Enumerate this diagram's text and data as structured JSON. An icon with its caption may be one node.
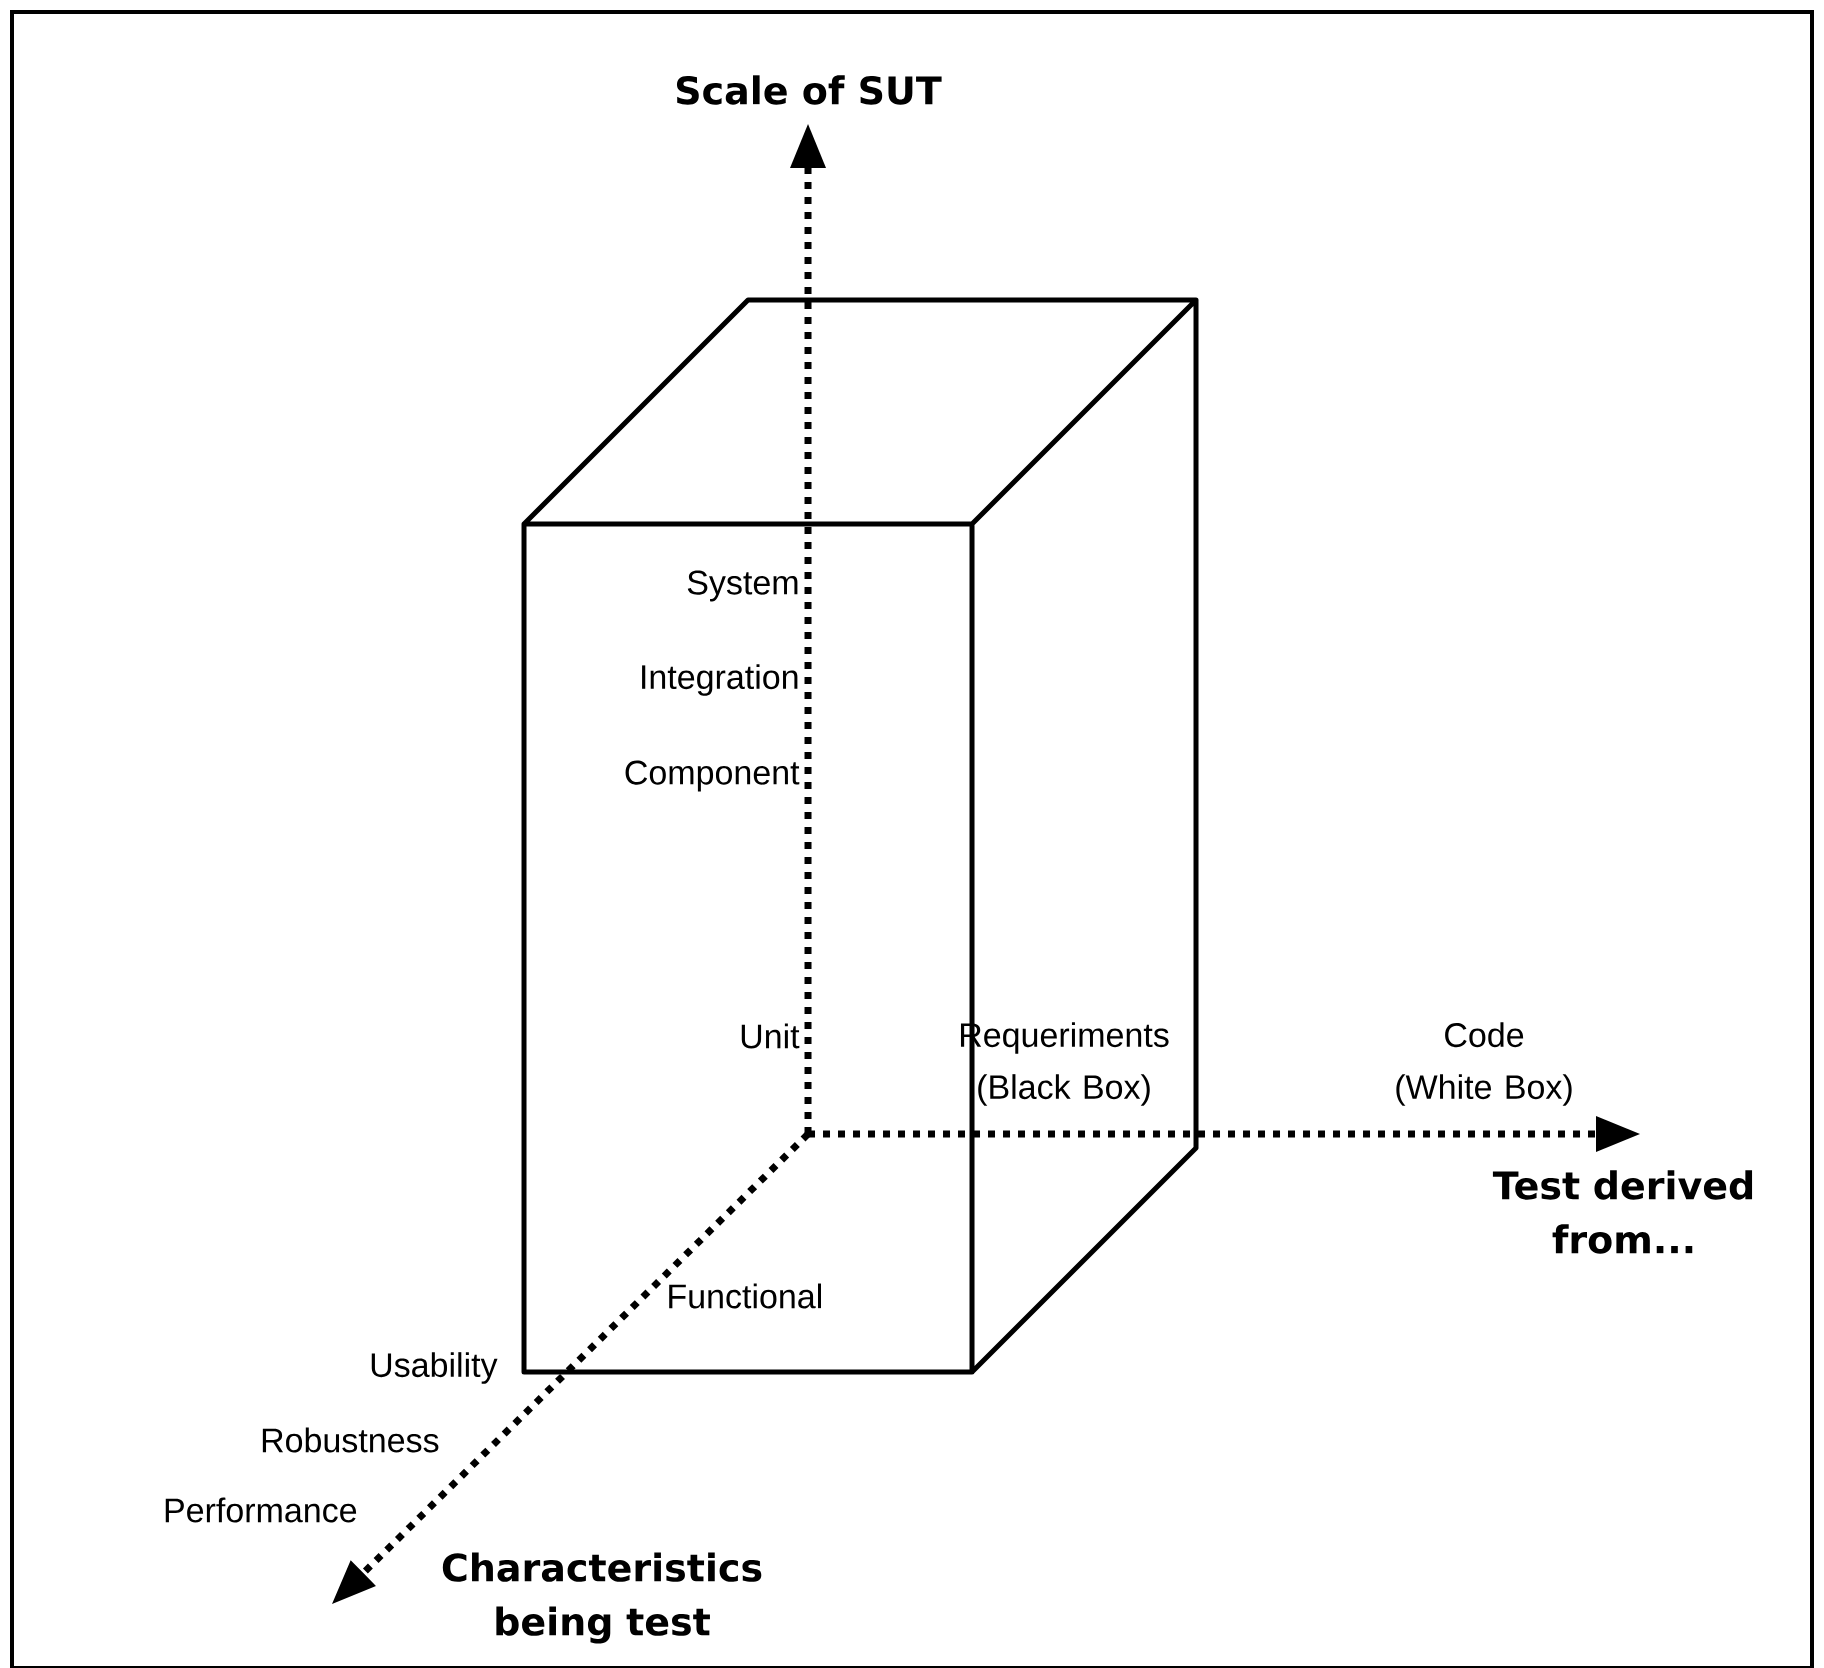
{
  "diagram": {
    "labels": [
      "Scale of SUT",
      "System",
      "Integration",
      "Component",
      "Unit",
      "Requeriments (Black Box)",
      "Code (White Box)",
      "Test derived from...",
      "Functional",
      "Usability",
      "Robustness",
      "Performance",
      "Characteristics being test"
    ]
  }
}
